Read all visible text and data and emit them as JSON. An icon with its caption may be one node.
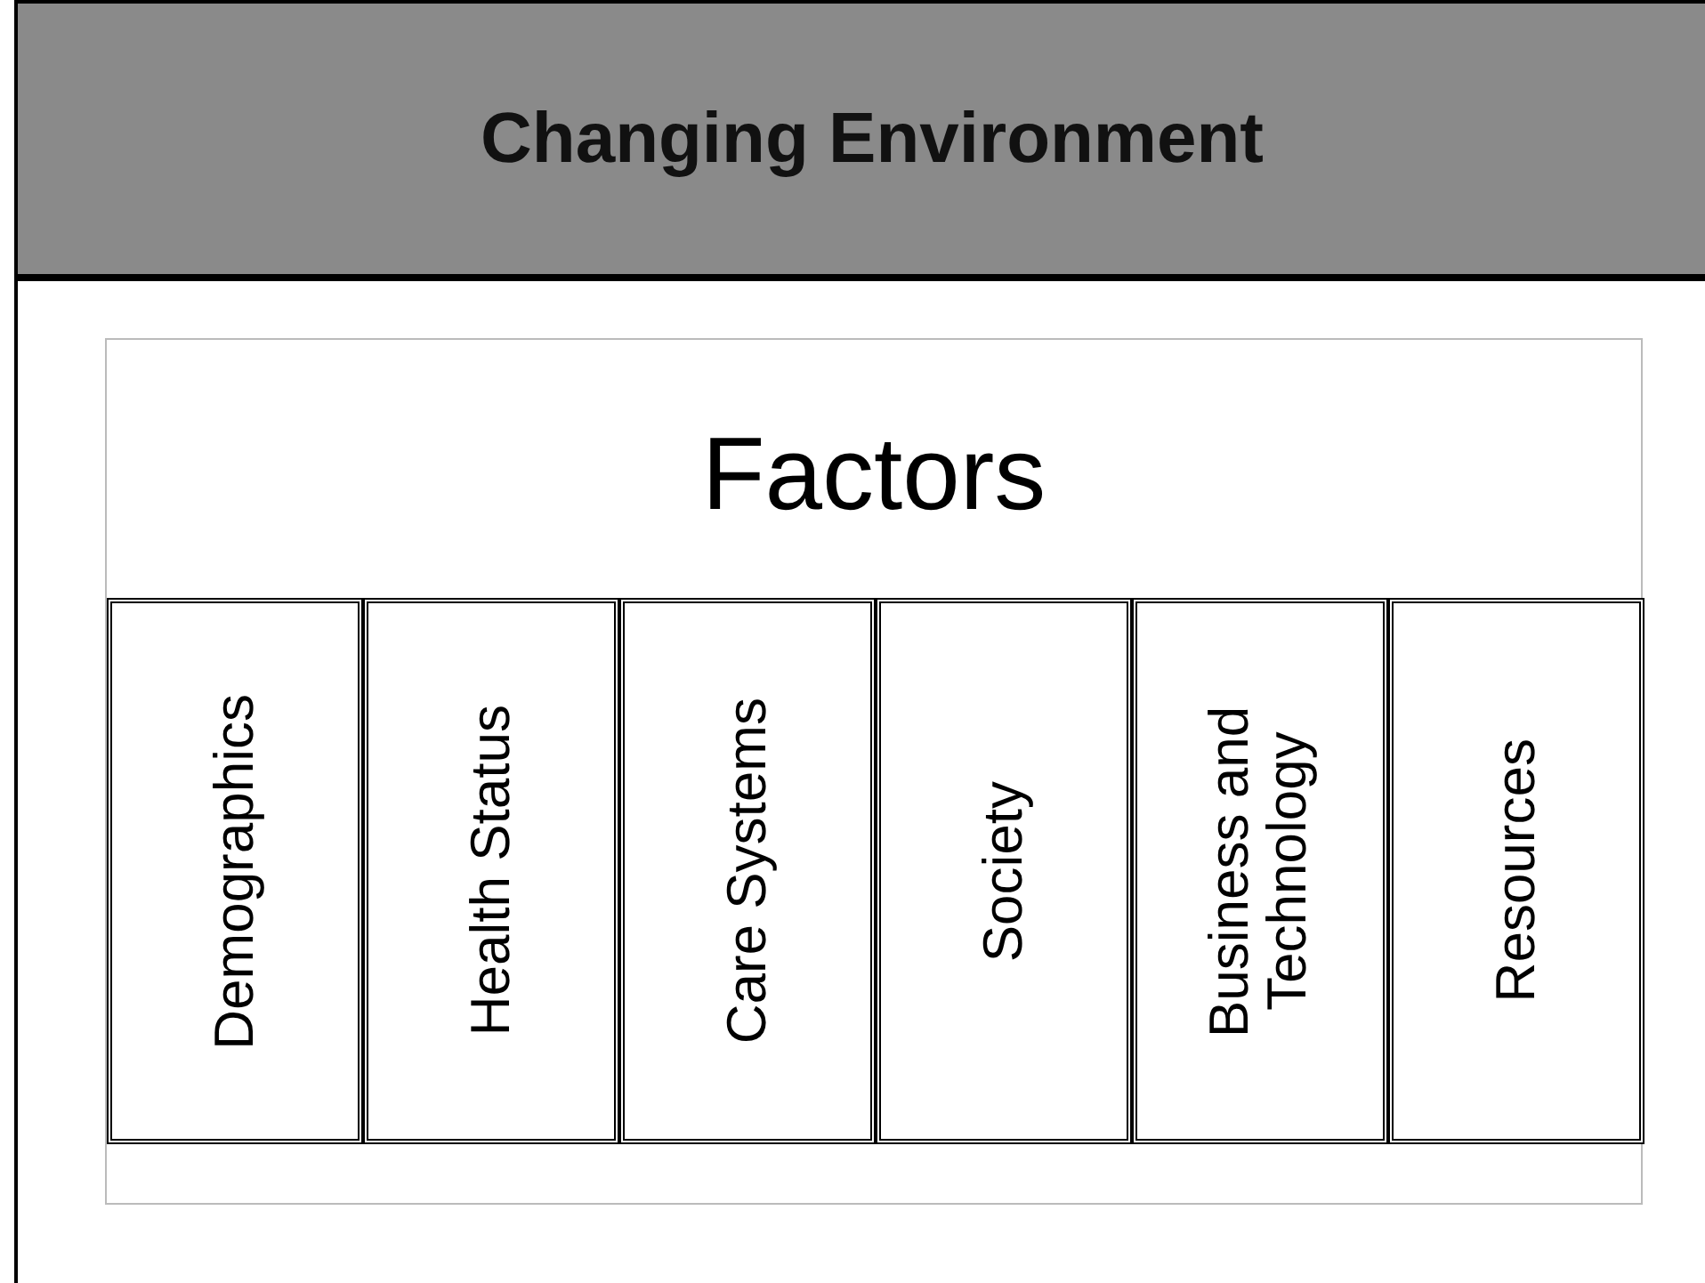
{
  "diagram": {
    "nodes": [
      {
        "text": [
          "Changing Environment"
        ]
      },
      {
        "text": [
          "Factors"
        ],
        "in": 0
      },
      {
        "text": [
          "Demographics"
        ],
        "in": 1
      },
      {
        "text": [
          "Health Status"
        ],
        "in": 1
      },
      {
        "text": [
          "Care Systems"
        ],
        "in": 1
      },
      {
        "text": [
          "Society"
        ],
        "in": 1
      },
      {
        "text": [
          "Business and Technology"
        ],
        "in": 1
      },
      {
        "text": [
          "Resources"
        ],
        "in": 1
      }
    ],
    "edges": []
  }
}
